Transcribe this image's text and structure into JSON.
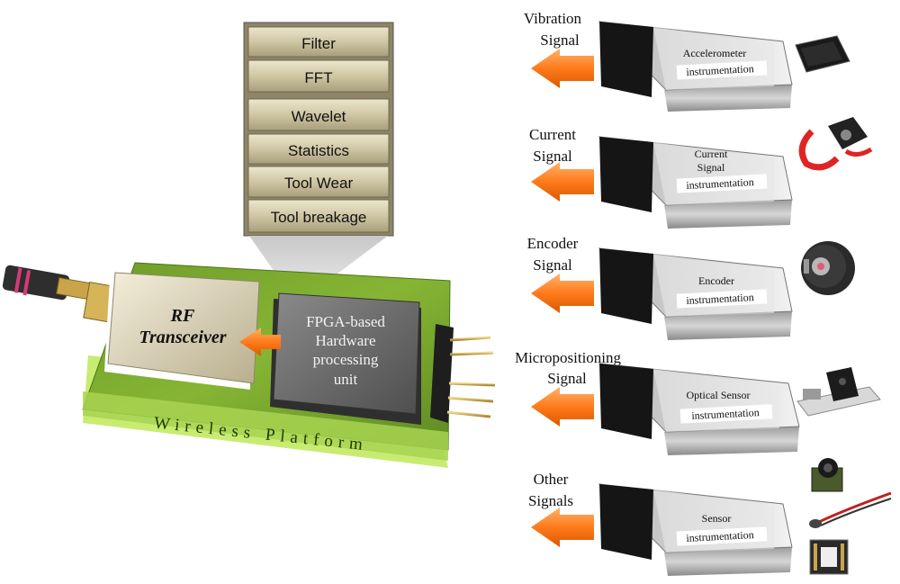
{
  "processing_menu": {
    "items": [
      "Filter",
      "FFT",
      "Wavelet",
      "Statistics",
      "Tool Wear",
      "Tool breakage"
    ]
  },
  "platform": {
    "label": "Wireless Platform",
    "rf_block": [
      "RF",
      "Transceiver"
    ],
    "fpga_block": [
      "FPGA-based",
      "Hardware",
      "processing",
      "unit"
    ]
  },
  "signals": [
    {
      "label": [
        "Vibration",
        "Signal"
      ],
      "module": [
        "Accelerometer",
        "instrumentation"
      ],
      "sensor_icon": "accelerometer-chip-icon"
    },
    {
      "label": [
        "Current",
        "Signal"
      ],
      "module": [
        "Current",
        "Signal",
        "instrumentation"
      ],
      "sensor_icon": "current-clamp-icon"
    },
    {
      "label": [
        "Encoder",
        "Signal"
      ],
      "module": [
        "Encoder",
        "instrumentation"
      ],
      "sensor_icon": "rotary-encoder-icon"
    },
    {
      "label": [
        "Micropositioning",
        "Signal"
      ],
      "module": [
        "Optical Sensor",
        "instrumentation"
      ],
      "sensor_icon": "optical-sensor-icon"
    },
    {
      "label": [
        "Other",
        "Signals"
      ],
      "module": [
        "Sensor",
        "instrumentation"
      ],
      "sensor_icon": "misc-sensors-icon"
    }
  ],
  "colors": {
    "board_green": "#8fbf3a",
    "board_light": "#cfe88a",
    "arrow_orange": "#ff7a1a",
    "menu_tan": "#c9c0a0",
    "fpga_gray": "#6e6e6e"
  }
}
